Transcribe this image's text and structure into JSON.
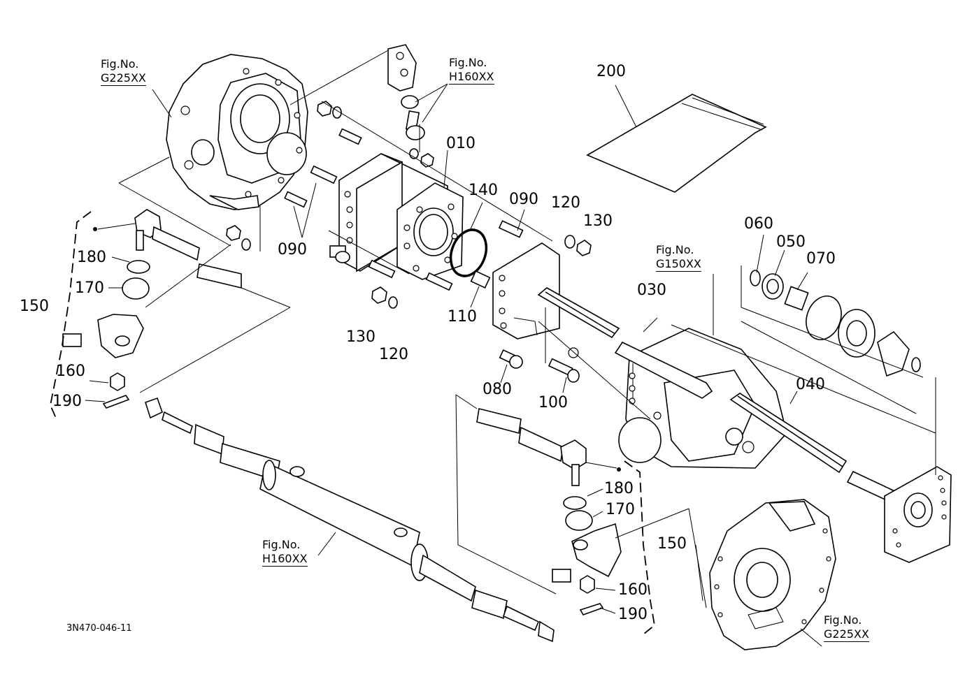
{
  "fig_refs": [
    {
      "title": "Fig.No.",
      "code": "G225XX"
    },
    {
      "title": "Fig.No.",
      "code": "H160XX"
    },
    {
      "title": "Fig.No.",
      "code": "G150XX"
    },
    {
      "title": "Fig.No.",
      "code": "H160XX"
    },
    {
      "title": "Fig.No.",
      "code": "G225XX"
    }
  ],
  "callouts": [
    "200",
    "010",
    "140",
    "090",
    "120",
    "130",
    "060",
    "050",
    "070",
    "180",
    "170",
    "150",
    "090",
    "130",
    "120",
    "110",
    "030",
    "040",
    "160",
    "190",
    "080",
    "100",
    "180",
    "170",
    "150",
    "160",
    "190"
  ],
  "drawing_number": "3N470-046-11"
}
